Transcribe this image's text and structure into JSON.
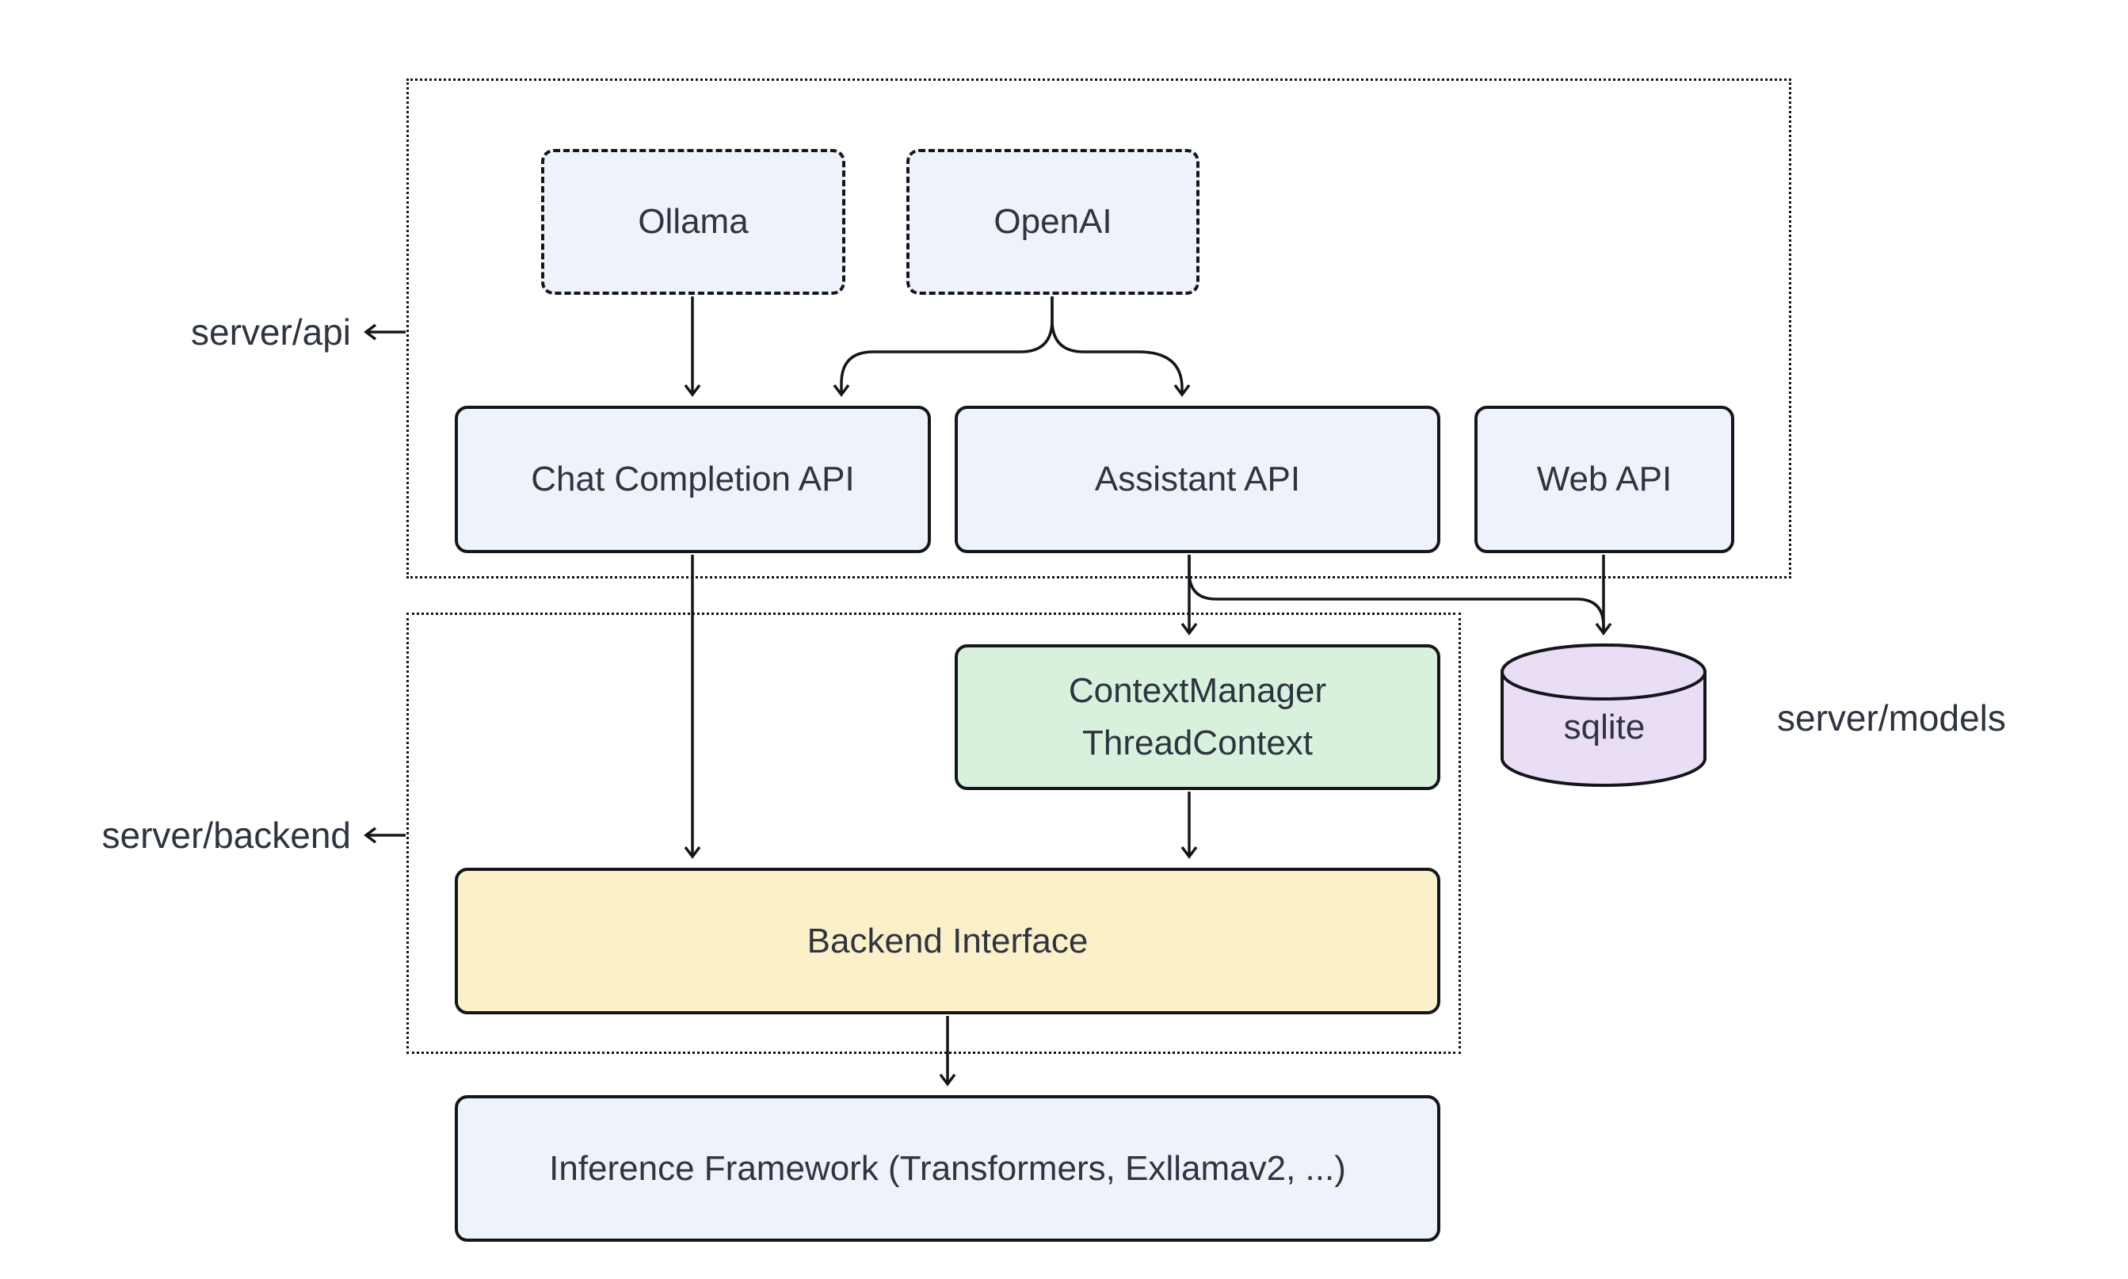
{
  "nodes": {
    "ollama": {
      "label": "Ollama"
    },
    "openai": {
      "label": "OpenAI"
    },
    "chat_completion_api": {
      "label": "Chat Completion API"
    },
    "assistant_api": {
      "label": "Assistant API"
    },
    "web_api": {
      "label": "Web API"
    },
    "context_manager": {
      "line1": "ContextManager",
      "line2": "ThreadContext"
    },
    "sqlite": {
      "label": "sqlite"
    },
    "backend_interface": {
      "label": "Backend Interface"
    },
    "inference_framework": {
      "label": "Inference Framework (Transformers, Exllamav2, ...)"
    }
  },
  "labels": {
    "server_api": "server/api",
    "server_backend": "server/backend",
    "server_models": "server/models"
  },
  "colors": {
    "node_blue": "#EEF2FA",
    "node_green": "#D8F1DC",
    "node_yellow": "#FBF0C8",
    "node_purple": "#E9DEF6",
    "border": "#14161c",
    "text": "#2e3440"
  },
  "edges": [
    {
      "from": "Ollama",
      "to": "Chat Completion API"
    },
    {
      "from": "OpenAI",
      "to": "Chat Completion API"
    },
    {
      "from": "OpenAI",
      "to": "Assistant API"
    },
    {
      "from": "Chat Completion API",
      "to": "Backend Interface"
    },
    {
      "from": "Assistant API",
      "to": "ContextManager ThreadContext"
    },
    {
      "from": "Assistant API",
      "to": "sqlite"
    },
    {
      "from": "Web API",
      "to": "sqlite"
    },
    {
      "from": "ContextManager ThreadContext",
      "to": "Backend Interface"
    },
    {
      "from": "Backend Interface",
      "to": "Inference Framework (Transformers, Exllamav2, ...)"
    },
    {
      "from": "server/api container",
      "to": "server/api label"
    },
    {
      "from": "server/backend container",
      "to": "server/backend label"
    }
  ]
}
